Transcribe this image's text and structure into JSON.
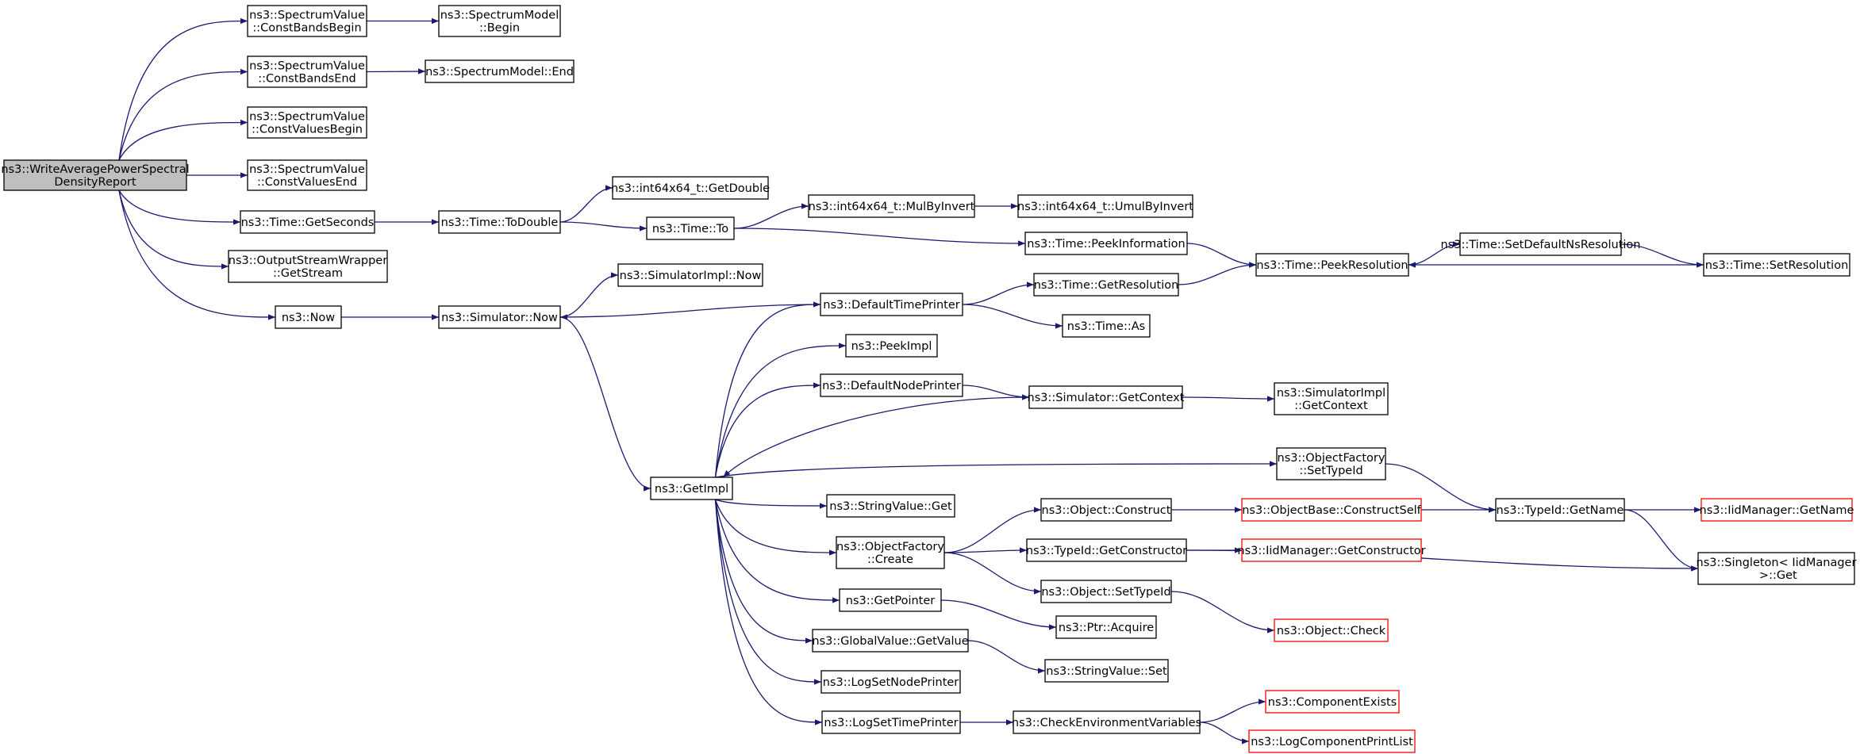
{
  "colors": {
    "edge": "#191970",
    "root_fill": "#bfbfbf",
    "highlight_border": "#ff0000",
    "node_border": "#000000"
  },
  "nodes": [
    {
      "id": "root",
      "lines": [
        "ns3::WriteAveragePowerSpectral",
        "DensityReport"
      ],
      "style": "root"
    },
    {
      "id": "cbb",
      "lines": [
        "ns3::SpectrumValue",
        "::ConstBandsBegin"
      ]
    },
    {
      "id": "smb",
      "lines": [
        "ns3::SpectrumModel",
        "::Begin"
      ]
    },
    {
      "id": "cbe",
      "lines": [
        "ns3::SpectrumValue",
        "::ConstBandsEnd"
      ]
    },
    {
      "id": "sme",
      "lines": [
        "ns3::SpectrumModel::End"
      ]
    },
    {
      "id": "cvb",
      "lines": [
        "ns3::SpectrumValue",
        "::ConstValuesBegin"
      ]
    },
    {
      "id": "cve",
      "lines": [
        "ns3::SpectrumValue",
        "::ConstValuesEnd"
      ]
    },
    {
      "id": "gsec",
      "lines": [
        "ns3::Time::GetSeconds"
      ]
    },
    {
      "id": "todbl",
      "lines": [
        "ns3::Time::ToDouble"
      ]
    },
    {
      "id": "i64gd",
      "lines": [
        "ns3::int64x64_t::GetDouble"
      ]
    },
    {
      "id": "tto",
      "lines": [
        "ns3::Time::To"
      ]
    },
    {
      "id": "mbi",
      "lines": [
        "ns3::int64x64_t::MulByInvert"
      ]
    },
    {
      "id": "umbi",
      "lines": [
        "ns3::int64x64_t::UmulByInvert"
      ]
    },
    {
      "id": "pinfo",
      "lines": [
        "ns3::Time::PeekInformation"
      ]
    },
    {
      "id": "pres",
      "lines": [
        "ns3::Time::PeekResolution"
      ]
    },
    {
      "id": "sdnr",
      "lines": [
        "ns3::Time::SetDefaultNsResolution"
      ]
    },
    {
      "id": "sres",
      "lines": [
        "ns3::Time::SetResolution"
      ]
    },
    {
      "id": "osw",
      "lines": [
        "ns3::OutputStreamWrapper",
        "::GetStream"
      ]
    },
    {
      "id": "simplnow",
      "lines": [
        "ns3::SimulatorImpl::Now"
      ]
    },
    {
      "id": "now",
      "lines": [
        "ns3::Now"
      ]
    },
    {
      "id": "simnow",
      "lines": [
        "ns3::Simulator::Now"
      ]
    },
    {
      "id": "dtp",
      "lines": [
        "ns3::DefaultTimePrinter"
      ]
    },
    {
      "id": "gres",
      "lines": [
        "ns3::Time::GetResolution"
      ]
    },
    {
      "id": "tas",
      "lines": [
        "ns3::Time::As"
      ]
    },
    {
      "id": "peekimpl",
      "lines": [
        "ns3::PeekImpl"
      ]
    },
    {
      "id": "dnp",
      "lines": [
        "ns3::DefaultNodePrinter"
      ]
    },
    {
      "id": "sgc",
      "lines": [
        "ns3::Simulator::GetContext"
      ]
    },
    {
      "id": "sigc",
      "lines": [
        "ns3::SimulatorImpl",
        "::GetContext"
      ]
    },
    {
      "id": "ofst",
      "lines": [
        "ns3::ObjectFactory",
        "::SetTypeId"
      ]
    },
    {
      "id": "getimpl",
      "lines": [
        "ns3::GetImpl"
      ]
    },
    {
      "id": "svget",
      "lines": [
        "ns3::StringValue::Get"
      ]
    },
    {
      "id": "ocon",
      "lines": [
        "ns3::Object::Construct"
      ]
    },
    {
      "id": "obcs",
      "lines": [
        "ns3::ObjectBase::ConstructSelf"
      ],
      "style": "red"
    },
    {
      "id": "tgn",
      "lines": [
        "ns3::TypeId::GetName"
      ]
    },
    {
      "id": "imgn",
      "lines": [
        "ns3::IidManager::GetName"
      ],
      "style": "red"
    },
    {
      "id": "ofc",
      "lines": [
        "ns3::ObjectFactory",
        "::Create"
      ]
    },
    {
      "id": "tgc",
      "lines": [
        "ns3::TypeId::GetConstructor"
      ]
    },
    {
      "id": "imgc",
      "lines": [
        "ns3::IidManager::GetConstructor"
      ],
      "style": "red"
    },
    {
      "id": "sgl",
      "lines": [
        "ns3::Singleton< IidManager",
        " >::Get"
      ]
    },
    {
      "id": "ostid",
      "lines": [
        "ns3::Object::SetTypeId"
      ]
    },
    {
      "id": "gptr",
      "lines": [
        "ns3::GetPointer"
      ]
    },
    {
      "id": "pacq",
      "lines": [
        "ns3::Ptr::Acquire"
      ]
    },
    {
      "id": "ochk",
      "lines": [
        "ns3::Object::Check"
      ],
      "style": "red"
    },
    {
      "id": "gvgv",
      "lines": [
        "ns3::GlobalValue::GetValue"
      ]
    },
    {
      "id": "svset",
      "lines": [
        "ns3::StringValue::Set"
      ]
    },
    {
      "id": "lsnp",
      "lines": [
        "ns3::LogSetNodePrinter"
      ]
    },
    {
      "id": "lstp",
      "lines": [
        "ns3::LogSetTimePrinter"
      ]
    },
    {
      "id": "cev",
      "lines": [
        "ns3::CheckEnvironmentVariables"
      ]
    },
    {
      "id": "cexists",
      "lines": [
        "ns3::ComponentExists"
      ],
      "style": "red"
    },
    {
      "id": "lcpl",
      "lines": [
        "ns3::LogComponentPrintList"
      ],
      "style": "red"
    }
  ],
  "edges": [
    [
      "root",
      "cbb"
    ],
    [
      "root",
      "cbe"
    ],
    [
      "root",
      "cvb"
    ],
    [
      "root",
      "cve"
    ],
    [
      "root",
      "gsec"
    ],
    [
      "root",
      "osw"
    ],
    [
      "root",
      "now"
    ],
    [
      "cbb",
      "smb"
    ],
    [
      "cbe",
      "sme"
    ],
    [
      "gsec",
      "todbl"
    ],
    [
      "todbl",
      "i64gd"
    ],
    [
      "todbl",
      "tto"
    ],
    [
      "tto",
      "mbi"
    ],
    [
      "tto",
      "pinfo"
    ],
    [
      "mbi",
      "umbi"
    ],
    [
      "pinfo",
      "pres"
    ],
    [
      "pres",
      "sdnr"
    ],
    [
      "sdnr",
      "sres"
    ],
    [
      "sres",
      "pres"
    ],
    [
      "now",
      "simnow"
    ],
    [
      "simnow",
      "simplnow"
    ],
    [
      "simnow",
      "getimpl"
    ],
    [
      "dtp",
      "simnow"
    ],
    [
      "dtp",
      "gres"
    ],
    [
      "dtp",
      "tas"
    ],
    [
      "gres",
      "pres"
    ],
    [
      "getimpl",
      "dtp"
    ],
    [
      "getimpl",
      "peekimpl"
    ],
    [
      "getimpl",
      "dnp"
    ],
    [
      "getimpl",
      "ofst"
    ],
    [
      "getimpl",
      "svget"
    ],
    [
      "getimpl",
      "ofc"
    ],
    [
      "getimpl",
      "gptr"
    ],
    [
      "getimpl",
      "gvgv"
    ],
    [
      "getimpl",
      "lsnp"
    ],
    [
      "getimpl",
      "lstp"
    ],
    [
      "dnp",
      "sgc"
    ],
    [
      "sgc",
      "sigc"
    ],
    [
      "sgc",
      "getimpl"
    ],
    [
      "ofst",
      "tgn"
    ],
    [
      "ofc",
      "ocon"
    ],
    [
      "ofc",
      "tgc"
    ],
    [
      "ofc",
      "ostid"
    ],
    [
      "ocon",
      "obcs"
    ],
    [
      "obcs",
      "tgn"
    ],
    [
      "tgn",
      "imgn"
    ],
    [
      "tgn",
      "sgl"
    ],
    [
      "tgc",
      "imgc"
    ],
    [
      "tgc",
      "sgl"
    ],
    [
      "ostid",
      "ochk"
    ],
    [
      "gptr",
      "pacq"
    ],
    [
      "gvgv",
      "svset"
    ],
    [
      "lstp",
      "cev"
    ],
    [
      "cev",
      "cexists"
    ],
    [
      "cev",
      "lcpl"
    ]
  ]
}
